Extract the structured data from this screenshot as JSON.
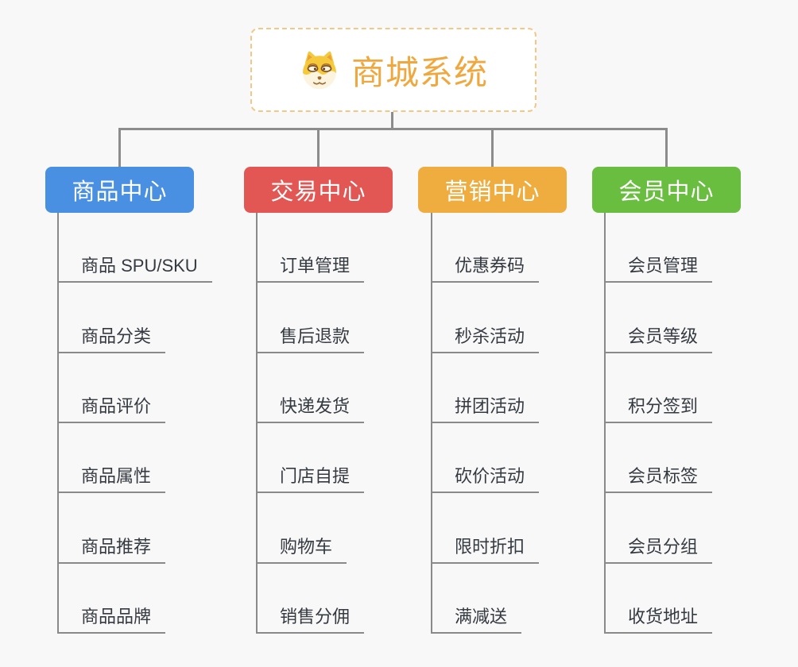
{
  "root": {
    "title": "商城系统",
    "icon": "doge-face-icon",
    "text_color": "#F0A73E",
    "border_color": "#F3C887",
    "background": "#FFFFFF"
  },
  "colors": {
    "page_background": "#F8F8F8",
    "connector": "#8C8C8C",
    "item_underline": "#8A8A8A",
    "item_text": "#353A41",
    "header_text": "#FFFFFF"
  },
  "branches": [
    {
      "label": "商品中心",
      "color": "#4A90E2",
      "items": [
        "商品 SPU/SKU",
        "商品分类",
        "商品评价",
        "商品属性",
        "商品推荐",
        "商品品牌"
      ]
    },
    {
      "label": "交易中心",
      "color": "#E25754",
      "items": [
        "订单管理",
        "售后退款",
        "快递发货",
        "门店自提",
        "购物车",
        "销售分佣"
      ]
    },
    {
      "label": "营销中心",
      "color": "#EFAD3F",
      "items": [
        "优惠券码",
        "秒杀活动",
        "拼团活动",
        "砍价活动",
        "限时折扣",
        "满减送"
      ]
    },
    {
      "label": "会员中心",
      "color": "#69BE40",
      "items": [
        "会员管理",
        "会员等级",
        "积分签到",
        "会员标签",
        "会员分组",
        "收货地址"
      ]
    }
  ]
}
